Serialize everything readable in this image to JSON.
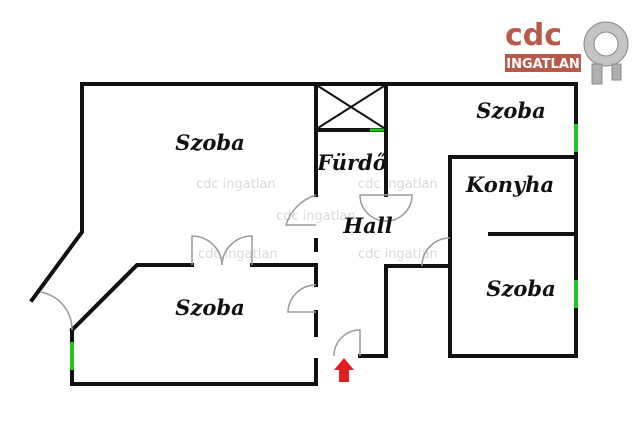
{
  "logo": {
    "brand": "cdc",
    "subtitle": "INGATLAN",
    "brand_color": "#b85a4a",
    "key_color": "#9a9a9a"
  },
  "watermark": "cdc ingatlan",
  "rooms": {
    "szoba_top_left": "Szoba",
    "szoba_top_right": "Szoba",
    "furdo": "Fürdő",
    "konyha": "Konyha",
    "hall": "Hall",
    "szoba_bottom_left": "Szoba",
    "szoba_bottom_right": "Szoba"
  },
  "colors": {
    "wall": "#111111",
    "window": "#1ec81e",
    "door_arc": "#888888",
    "entrance_arrow": "#e02020"
  }
}
